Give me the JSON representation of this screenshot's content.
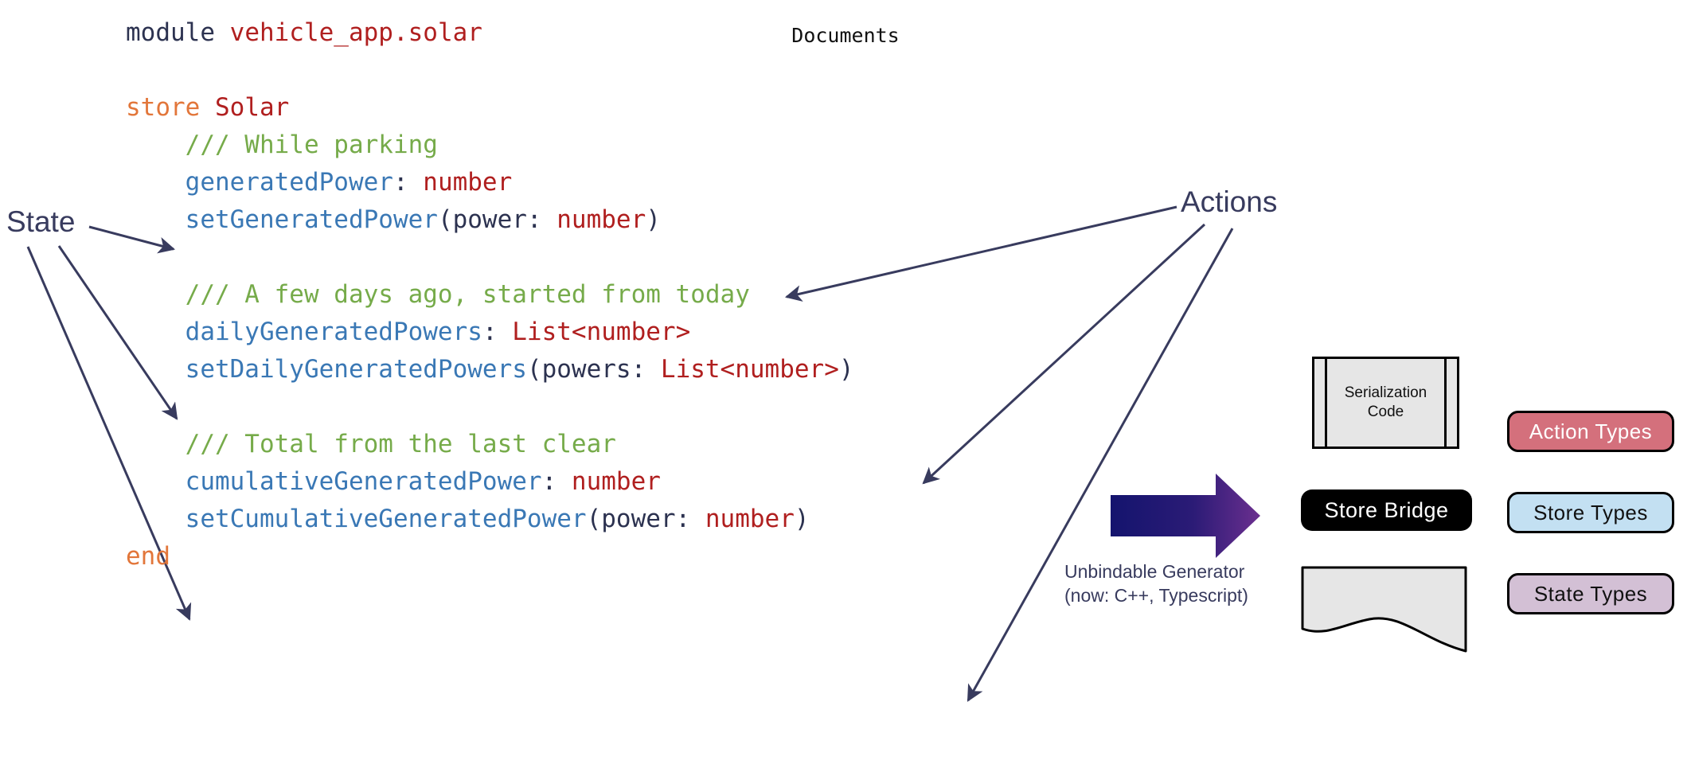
{
  "code": {
    "lines": [
      {
        "indent": 0,
        "tokens": [
          {
            "t": "module",
            "c": "kw"
          },
          {
            "t": " ",
            "c": "punct"
          },
          {
            "t": "vehicle_app.solar",
            "c": "type"
          }
        ]
      },
      {
        "indent": 0,
        "tokens": []
      },
      {
        "indent": 0,
        "tokens": [
          {
            "t": "store",
            "c": "store"
          },
          {
            "t": " ",
            "c": "punct"
          },
          {
            "t": "Solar",
            "c": "type"
          }
        ]
      },
      {
        "indent": 1,
        "tokens": [
          {
            "t": "/// While parking",
            "c": "comment"
          }
        ]
      },
      {
        "indent": 1,
        "tokens": [
          {
            "t": "generatedPower",
            "c": "ident"
          },
          {
            "t": ": ",
            "c": "punct"
          },
          {
            "t": "number",
            "c": "type"
          }
        ]
      },
      {
        "indent": 1,
        "tokens": [
          {
            "t": "setGeneratedPower",
            "c": "ident"
          },
          {
            "t": "(power: ",
            "c": "punct"
          },
          {
            "t": "number",
            "c": "type"
          },
          {
            "t": ")",
            "c": "punct"
          }
        ]
      },
      {
        "indent": 0,
        "tokens": []
      },
      {
        "indent": 1,
        "tokens": [
          {
            "t": "/// A few days ago, started from today",
            "c": "comment"
          }
        ]
      },
      {
        "indent": 1,
        "tokens": [
          {
            "t": "dailyGeneratedPowers",
            "c": "ident"
          },
          {
            "t": ": ",
            "c": "punct"
          },
          {
            "t": "List<number>",
            "c": "type"
          }
        ]
      },
      {
        "indent": 1,
        "tokens": [
          {
            "t": "setDailyGeneratedPowers",
            "c": "ident"
          },
          {
            "t": "(powers: ",
            "c": "punct"
          },
          {
            "t": "List<number>",
            "c": "type"
          },
          {
            "t": ")",
            "c": "punct"
          }
        ]
      },
      {
        "indent": 0,
        "tokens": []
      },
      {
        "indent": 1,
        "tokens": [
          {
            "t": "/// Total from the last clear",
            "c": "comment"
          }
        ]
      },
      {
        "indent": 1,
        "tokens": [
          {
            "t": "cumulativeGeneratedPower",
            "c": "ident"
          },
          {
            "t": ": ",
            "c": "punct"
          },
          {
            "t": "number",
            "c": "type"
          }
        ]
      },
      {
        "indent": 1,
        "tokens": [
          {
            "t": "setCumulativeGeneratedPower",
            "c": "ident"
          },
          {
            "t": "(power: ",
            "c": "punct"
          },
          {
            "t": "number",
            "c": "type"
          },
          {
            "t": ")",
            "c": "punct"
          }
        ]
      },
      {
        "indent": 0,
        "tokens": [
          {
            "t": "end",
            "c": "store"
          }
        ]
      }
    ],
    "colors": {
      "keyword": "#2c3250",
      "store_keyword": "#e2763a",
      "type": "#b01f1f",
      "identifier": "#3a78b5",
      "comment": "#76ab4a",
      "punctuation": "#2c3250"
    }
  },
  "annotations": {
    "state_label": "State",
    "actions_label": "Actions",
    "arrow_color": "#383b5e"
  },
  "generator": {
    "caption_line1": "Unbindable Generator",
    "caption_line2": "(now: C++, Typescript)",
    "arrow_gradient_start": "#14146e",
    "arrow_gradient_end": "#6b2f8f"
  },
  "outputs": {
    "serialization": {
      "label_line1": "Serialization",
      "label_line2": "Code",
      "fill": "#e6e6e6"
    },
    "store_bridge": {
      "label": "Store Bridge",
      "fill": "#000000",
      "text": "#ffffff"
    },
    "documents": {
      "label": "Documents",
      "fill": "#e6e6e6"
    },
    "action_types": {
      "label": "Action Types",
      "fill": "#d4707c",
      "text": "#ffffff"
    },
    "store_types": {
      "label": "Store Types",
      "fill": "#c3e0f2",
      "text": "#111111"
    },
    "state_types": {
      "label": "State Types",
      "fill": "#d3c0d5",
      "text": "#111111"
    }
  }
}
